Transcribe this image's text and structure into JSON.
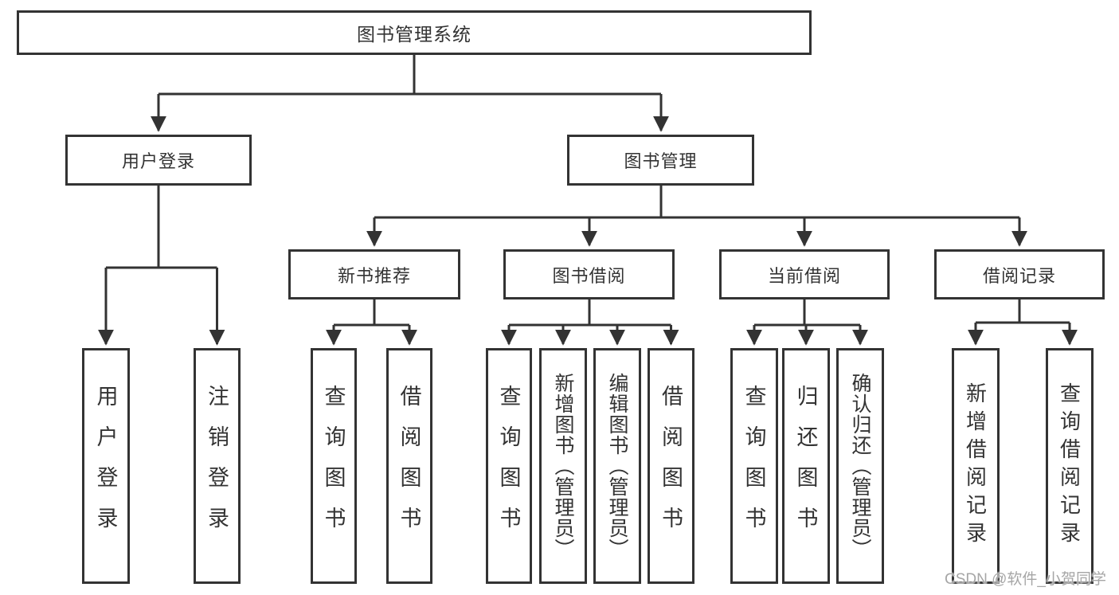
{
  "tree": {
    "label": "图书管理系统",
    "children": [
      {
        "label": "用户登录",
        "children": [
          {
            "label": "用户登录"
          },
          {
            "label": "注销登录"
          }
        ]
      },
      {
        "label": "图书管理",
        "children": [
          {
            "label": "新书推荐",
            "children": [
              {
                "label": "查询图书"
              },
              {
                "label": "借阅图书"
              }
            ]
          },
          {
            "label": "图书借阅",
            "children": [
              {
                "label": "查询图书"
              },
              {
                "label": "新增图书（管理员）"
              },
              {
                "label": "编辑图书（管理员）"
              },
              {
                "label": "借阅图书"
              }
            ]
          },
          {
            "label": "当前借阅",
            "children": [
              {
                "label": "查询图书"
              },
              {
                "label": "归还图书"
              },
              {
                "label": "确认归还（管理员）"
              }
            ]
          },
          {
            "label": "借阅记录",
            "children": [
              {
                "label": "新增借阅记录"
              },
              {
                "label": "查询借阅记录"
              }
            ]
          }
        ]
      }
    ]
  },
  "watermark": "CSDN @软件_小贺同学",
  "colors": {
    "line": "#333333",
    "box_border": "#333333",
    "box_background": "#ffffff",
    "text": "#333333",
    "watermark_text": "#a6a6a6",
    "background": "#ffffff"
  }
}
